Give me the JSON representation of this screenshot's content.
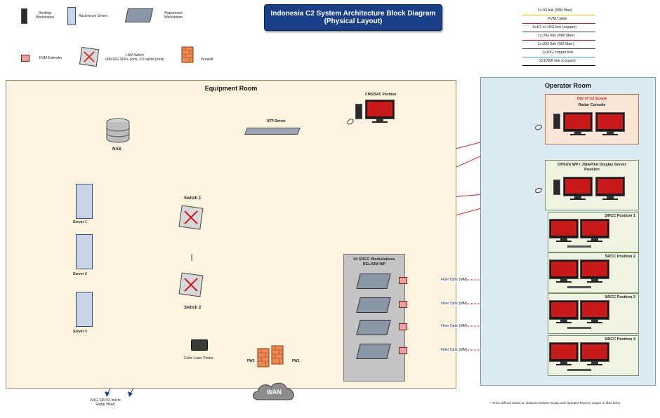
{
  "title": {
    "line1": "Indonesia C2 System Architecture Block Diagram",
    "line2": "(Physical Layout)"
  },
  "icon_legend": {
    "desktop": "Desktop Workstation",
    "rackmount_server": "Rackmount Server",
    "rackmount_workstation": "Rackmount Workstation",
    "kvm_extender": "KVM Extender",
    "lan_switch": "LAN Switch\n(48x10G SFP+ ports, FO uplink ports)",
    "firewall": "Firewall"
  },
  "link_legend": [
    {
      "label": "1x1G link (MM fiber)",
      "color": "#f2c400"
    },
    {
      "label": "KVM Cable",
      "color": "#d7191c"
    },
    {
      "label": "1x1G or 10G link (copper)",
      "color": "#333333"
    },
    {
      "label": "1x10G link (MM fiber)",
      "color": "#d7191c"
    },
    {
      "label": "1x10G link (SM fiber)",
      "color": "#333333"
    },
    {
      "label": "1x10G copper link",
      "color": "#4fb0c6"
    },
    {
      "label": "2x10GB link (copper)",
      "color": "#111111"
    }
  ],
  "equipment_room": {
    "title": "Equipment Room",
    "nas": "NAS",
    "ntp": "NTP Server",
    "switch1": "Switch 1",
    "switch2": "Switch 2",
    "stack_label": "Stack",
    "servers": [
      "Server 1",
      "Server 2",
      "Server 3"
    ],
    "printer": "Color Laser Printer",
    "fw1": "FW1",
    "fw2": "FW2",
    "wan": "WAN",
    "cms": "CMS/SAC Position",
    "srcc_ws": "#4 SRCC Workstations\nREL/SIM WP",
    "radar_link": "2x1G SM FO link to\nRadar Head",
    "fiber_labels": [
      "Fiber Optic (MM)",
      "Fiber Optic (MM)",
      "Fiber Optic (MM)",
      "Fiber Optic (MM)"
    ]
  },
  "operator_room": {
    "title": "Operator Room",
    "radar_console_scope": "Out of C2 Scope",
    "radar_console": "Radar Console",
    "opsus": "OPSUS WP / JSI&Pilot Display Server\nPosition",
    "positions": [
      "SRCC Position 1",
      "SRCC Position 2",
      "SRCC Position 3",
      "SRCC Position 4"
    ]
  },
  "footnote": "* To be defined based on distance between Equip and Operator Rooms (copper or fiber links)"
}
